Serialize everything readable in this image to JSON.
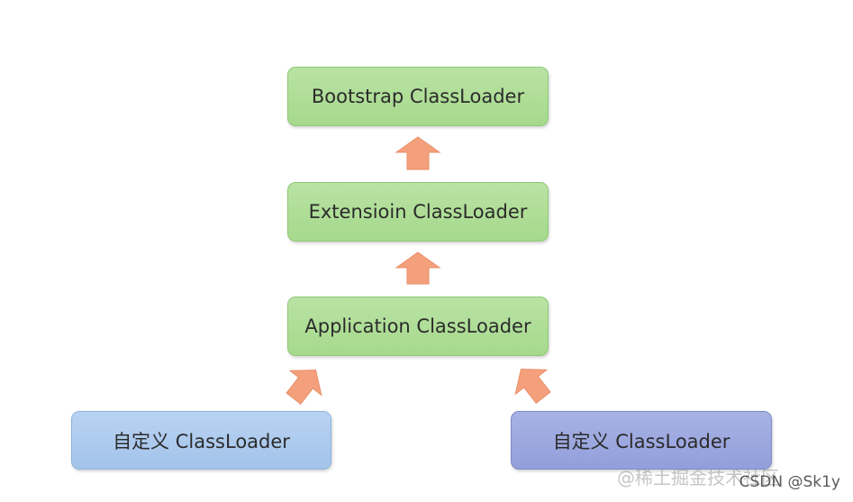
{
  "diagram": {
    "nodes": {
      "bootstrap": "Bootstrap ClassLoader",
      "extension": "Extensioin ClassLoader",
      "application": "Application ClassLoader",
      "custom_left": "自定义 ClassLoader",
      "custom_right": "自定义 ClassLoader"
    },
    "colors": {
      "green_node": "#a6d98c",
      "blue_node": "#a3c3ea",
      "violet_node": "#939fdb",
      "arrow_fill": "#f5a07c",
      "arrow_stroke": "#e88d67"
    }
  },
  "watermarks": {
    "juejin": "@稀土掘金技术社区",
    "csdn": "CSDN @Sk1y"
  }
}
